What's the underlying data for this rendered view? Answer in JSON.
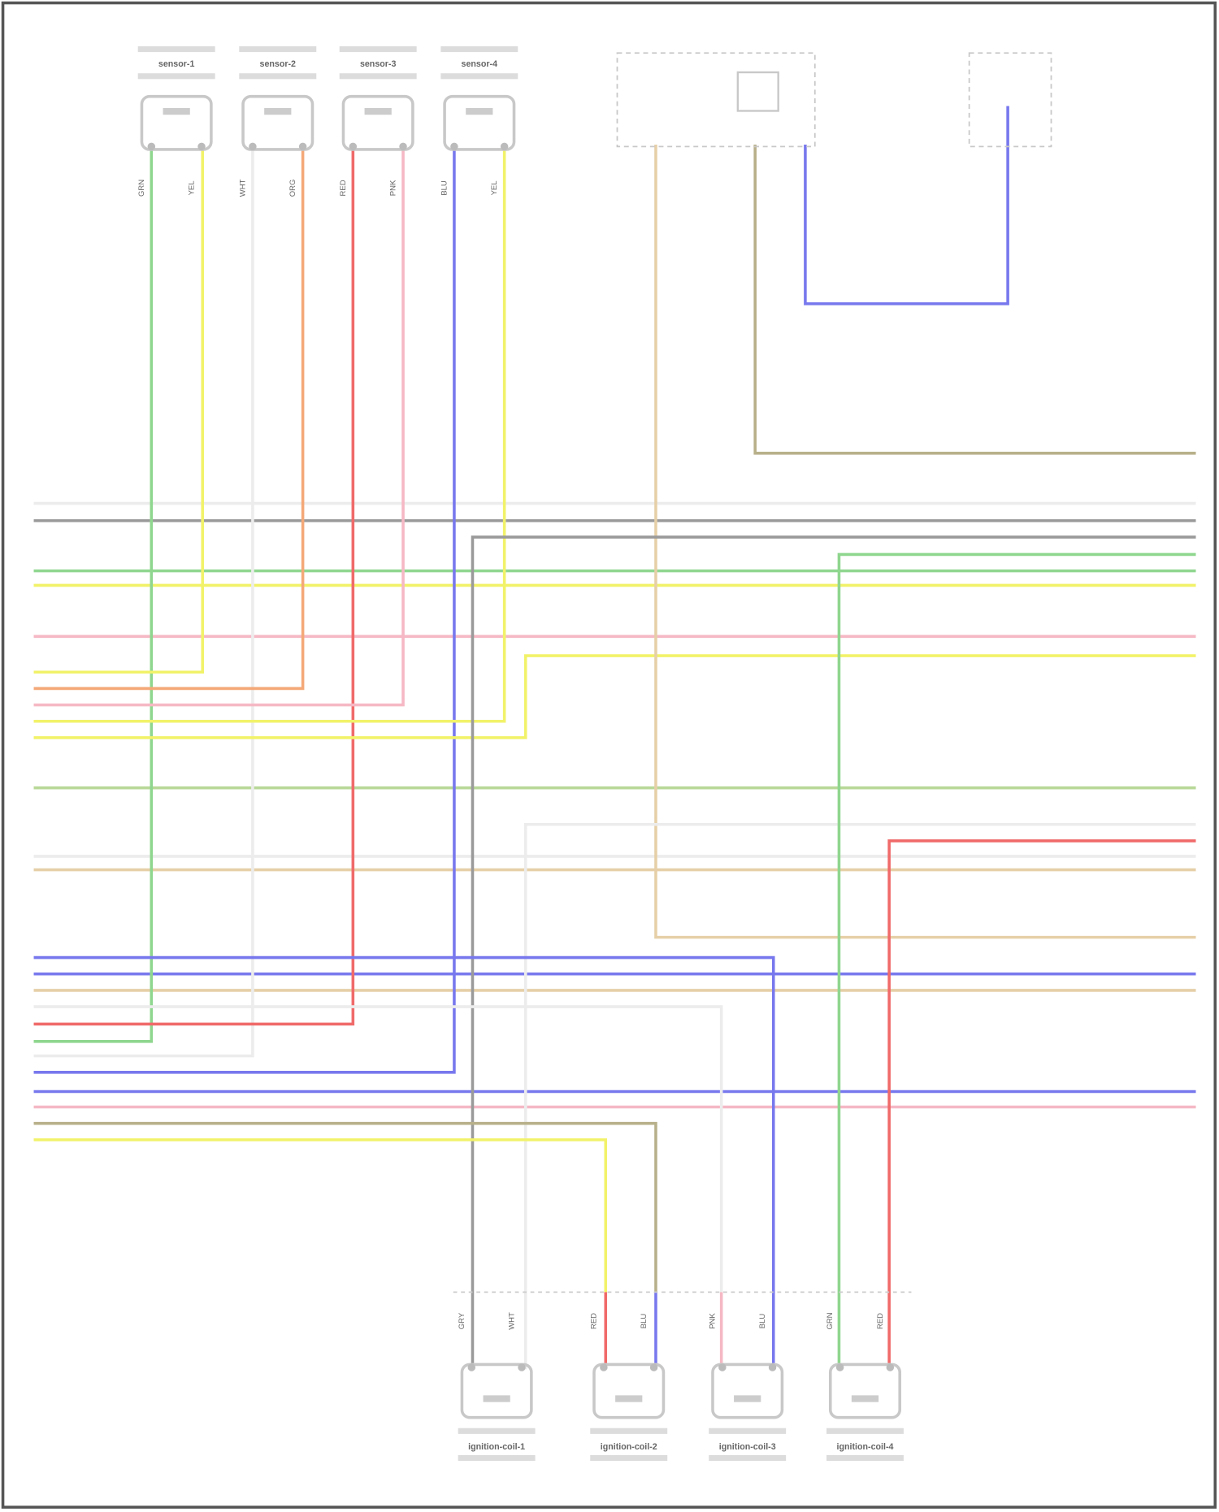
{
  "colors": {
    "GRN": "#8fd68f",
    "YEL": "#f2f26a",
    "WHT": "#ececec",
    "ORG": "#f4a878",
    "RED": "#f06a6a",
    "PNK": "#f5b8c4",
    "BLU": "#7878ee",
    "GRY": "#9a9a9a",
    "TAN": "#e6cfa8",
    "OLV": "#b8b08a",
    "LGN": "#b8d898"
  },
  "top_components": [
    {
      "name": "sensor-1",
      "pins": [
        "GRN",
        "YEL"
      ]
    },
    {
      "name": "sensor-2",
      "pins": [
        "WHT",
        "ORG"
      ]
    },
    {
      "name": "sensor-3",
      "pins": [
        "RED",
        "PNK"
      ]
    },
    {
      "name": "sensor-4",
      "pins": [
        "BLU",
        "YEL"
      ]
    }
  ],
  "bottom_components": [
    {
      "name": "ignition-coil-1",
      "pins": [
        "GRY",
        "WHT"
      ]
    },
    {
      "name": "ignition-coil-2",
      "pins": [
        "RED",
        "BLU"
      ]
    },
    {
      "name": "ignition-coil-3",
      "pins": [
        "PNK",
        "BLU"
      ]
    },
    {
      "name": "ignition-coil-4",
      "pins": [
        "GRN",
        "RED"
      ]
    }
  ]
}
